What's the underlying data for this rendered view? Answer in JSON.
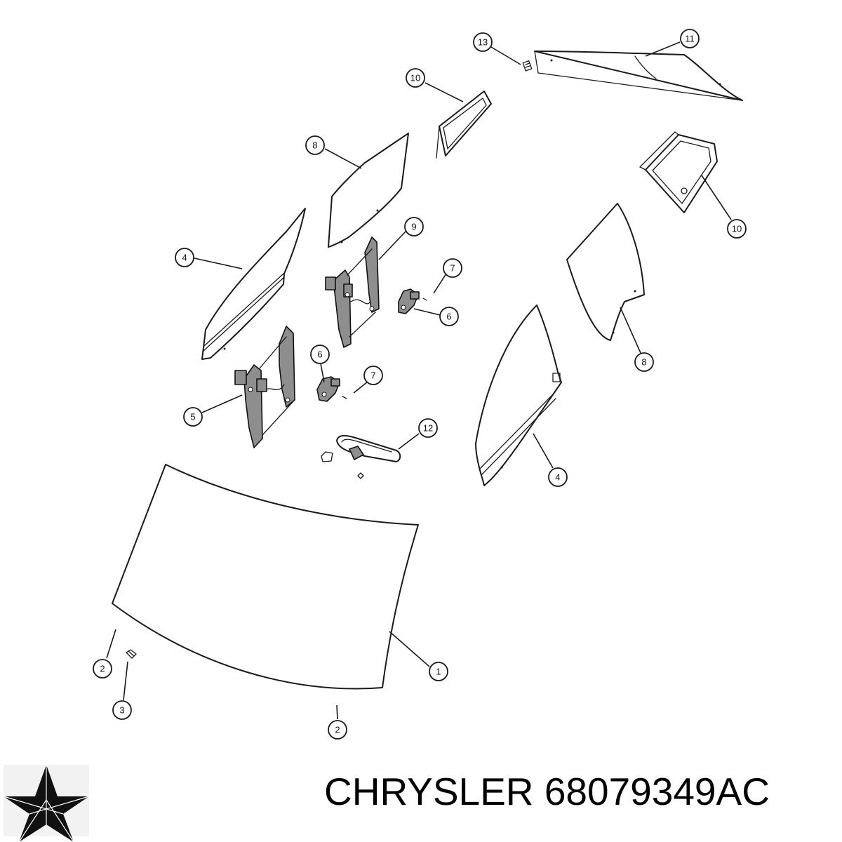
{
  "diagram": {
    "callouts": [
      {
        "id": "c13",
        "number": "13"
      },
      {
        "id": "c11",
        "number": "11"
      },
      {
        "id": "c10a",
        "number": "10"
      },
      {
        "id": "c10b",
        "number": "10"
      },
      {
        "id": "c8a",
        "number": "8"
      },
      {
        "id": "c8b",
        "number": "8"
      },
      {
        "id": "c9",
        "number": "9"
      },
      {
        "id": "c7a",
        "number": "7"
      },
      {
        "id": "c7b",
        "number": "7"
      },
      {
        "id": "c6a",
        "number": "6"
      },
      {
        "id": "c6b",
        "number": "6"
      },
      {
        "id": "c4a",
        "number": "4"
      },
      {
        "id": "c4b",
        "number": "4"
      },
      {
        "id": "c5",
        "number": "5"
      },
      {
        "id": "c12",
        "number": "12"
      },
      {
        "id": "c1",
        "number": "1"
      },
      {
        "id": "c2a",
        "number": "2"
      },
      {
        "id": "c2b",
        "number": "2"
      },
      {
        "id": "c3",
        "number": "3"
      }
    ]
  },
  "footer": {
    "brand": "CHRYSLER",
    "part_number": "68079349AC",
    "logo_icon": "chrysler-pentastar-icon"
  }
}
